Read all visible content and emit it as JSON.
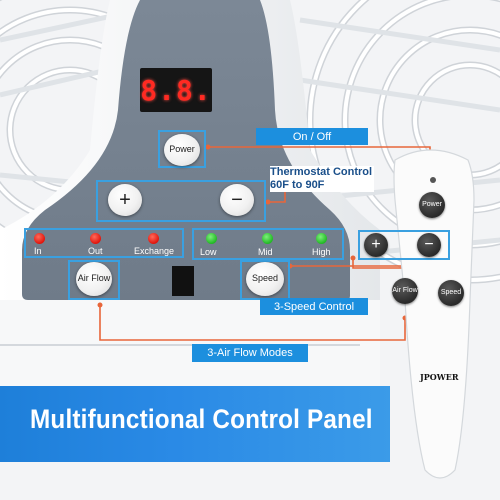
{
  "display": {
    "readout": "8.8."
  },
  "panel": {
    "power_label": "Power",
    "plus_symbol": "+",
    "minus_symbol": "−",
    "airflow_modes": [
      {
        "label": "In",
        "indicator": "red"
      },
      {
        "label": "Out",
        "indicator": "red"
      },
      {
        "label": "Exchange",
        "indicator": "red"
      }
    ],
    "airflow_button_label": "Air Flow",
    "speeds": [
      {
        "label": "Low",
        "indicator": "green"
      },
      {
        "label": "Mid",
        "indicator": "green"
      },
      {
        "label": "High",
        "indicator": "green"
      }
    ],
    "speed_button_label": "Speed"
  },
  "callouts": {
    "on_off": "On / Off",
    "thermostat_line1": "Thermostat Control",
    "thermostat_line2": "60F to 90F",
    "three_speed": "3-Speed Control",
    "three_airflow": "3-Air Flow Modes"
  },
  "remote": {
    "power_label": "Power",
    "plus_symbol": "+",
    "minus_symbol": "−",
    "airflow_label": "Air Flow",
    "speed_label": "Speed",
    "brand": "JPOWER"
  },
  "banner": {
    "text": "Multifunctional Control Panel"
  },
  "colors": {
    "accent_blue": "#1c8fde",
    "highlight_blue": "#3aa0e0",
    "callout_line_orange": "#e8663a",
    "panel_gray": "#7f8b98",
    "led_red": "#ff2a22",
    "indicator_red": "#e0150c",
    "indicator_green": "#22b825"
  },
  "icons": [
    "fan-grille-icon",
    "plus-icon",
    "minus-icon",
    "red-indicator-icon",
    "green-indicator-icon",
    "ir-sensor-icon"
  ]
}
